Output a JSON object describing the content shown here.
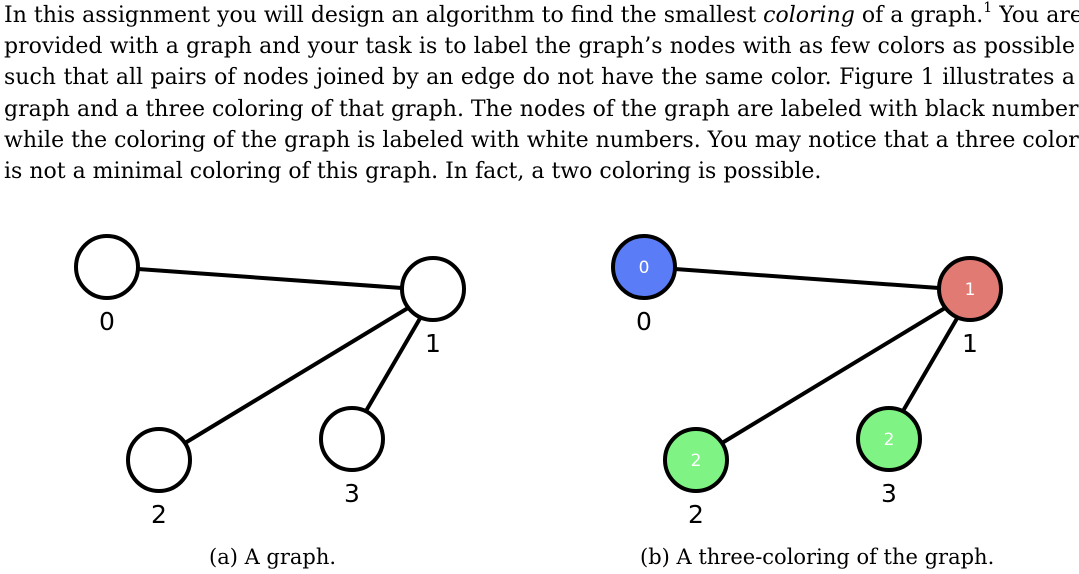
{
  "paragraph": {
    "line1_a": "In this assignment you will design an algorithm to find the smallest ",
    "line1_em": "coloring",
    "line1_b": " of a graph.",
    "footnote_mark": "1",
    "line1_c": " You are",
    "line2": "provided with a graph and your task is to label the graph’s nodes with as few colors as possible",
    "line3": "such that all pairs of nodes joined by an edge do not have the same color. Figure 1 illustrates a",
    "line4": "graph and a three coloring of that graph. The nodes of the graph are labeled with black numbers",
    "line5": "while the coloring of the graph is labeled with white numbers. You may notice that a three coloring",
    "line6": "is not a minimal coloring of this graph. In fact, a two coloring is possible."
  },
  "figure_a": {
    "caption": "(a) A graph.",
    "nodes": [
      {
        "id": "0",
        "label": "0"
      },
      {
        "id": "1",
        "label": "1"
      },
      {
        "id": "2",
        "label": "2"
      },
      {
        "id": "3",
        "label": "3"
      }
    ],
    "edges": [
      [
        "0",
        "1"
      ],
      [
        "1",
        "2"
      ],
      [
        "1",
        "3"
      ]
    ]
  },
  "figure_b": {
    "caption": "(b) A three-coloring of the graph.",
    "nodes": [
      {
        "id": "0",
        "label": "0",
        "color_label": "0",
        "fill": "#5b7cf7"
      },
      {
        "id": "1",
        "label": "1",
        "color_label": "1",
        "fill": "#e07a73"
      },
      {
        "id": "2",
        "label": "2",
        "color_label": "2",
        "fill": "#7ff383"
      },
      {
        "id": "3",
        "label": "3",
        "color_label": "2",
        "fill": "#7ff383"
      }
    ],
    "edges": [
      [
        "0",
        "1"
      ],
      [
        "1",
        "2"
      ],
      [
        "1",
        "3"
      ]
    ]
  }
}
